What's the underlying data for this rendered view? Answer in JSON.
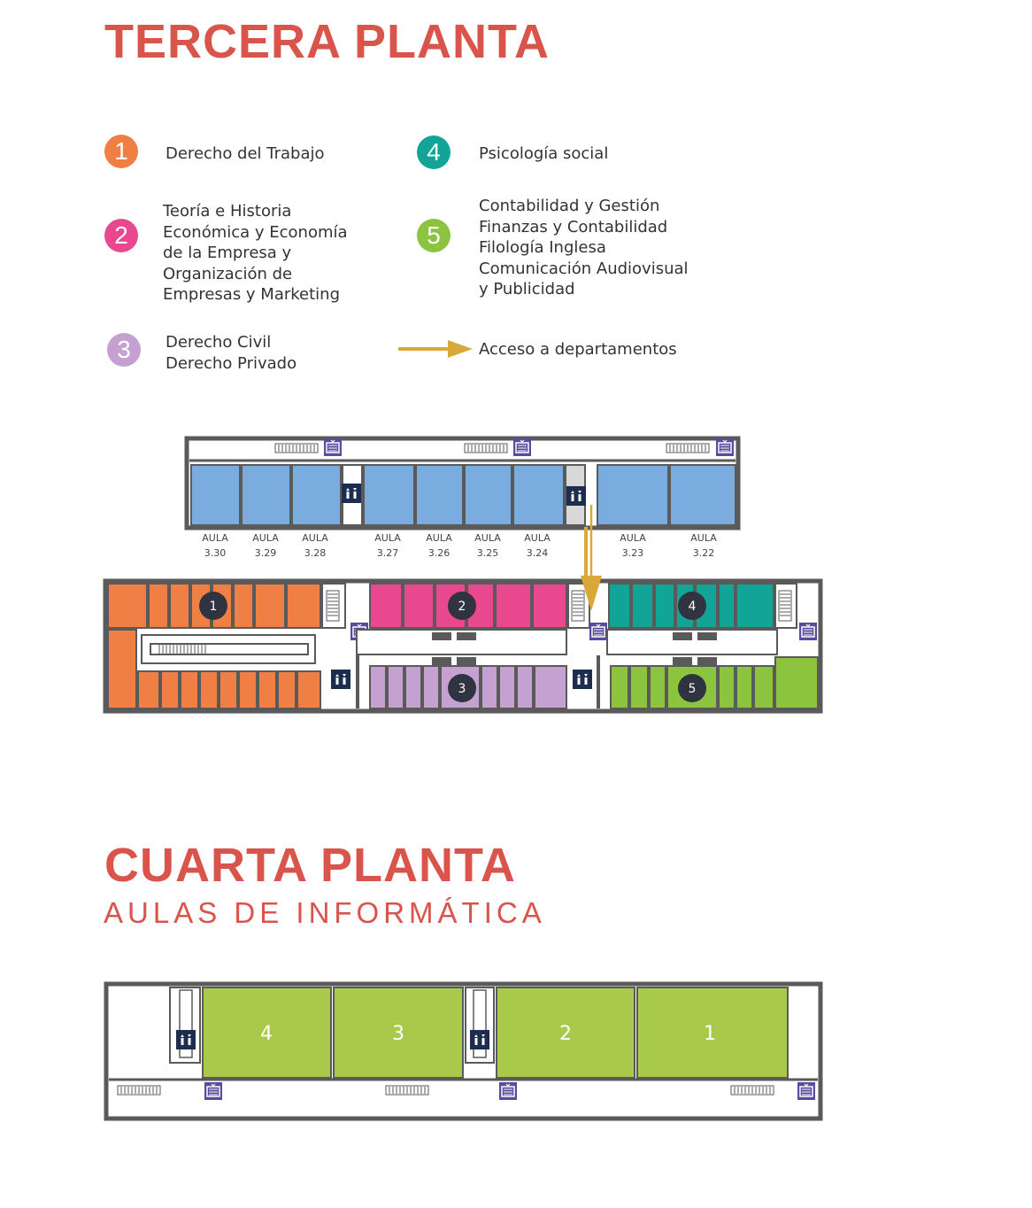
{
  "floor3": {
    "title": "TERCERA PLANTA",
    "legend": [
      {
        "number": "1",
        "color": "#f07f45",
        "text": "Derecho del Trabajo"
      },
      {
        "number": "4",
        "color": "#12a597",
        "text": "Psicología social"
      },
      {
        "number": "2",
        "color": "#e9488f",
        "text": "Teoría e Historia\nEconómica y Economía\nde la Empresa y\nOrganización de\nEmpresas y Marketing"
      },
      {
        "number": "5",
        "color": "#8cc43f",
        "text": "Contabilidad y Gestión\nFinanzas y Contabilidad\nFilología Inglesa\nComunicación Audiovisual\ny Publicidad"
      },
      {
        "number": "3",
        "color": "#c4a1d0",
        "text": "Derecho Civil\nDerecho Privado"
      }
    ],
    "access_legend": {
      "text": "Acceso a departamentos",
      "color": "#d9a83b"
    },
    "classrooms": [
      {
        "label": "AULA",
        "number": "3.30"
      },
      {
        "label": "AULA",
        "number": "3.29"
      },
      {
        "label": "AULA",
        "number": "3.28"
      },
      {
        "label": "AULA",
        "number": "3.27"
      },
      {
        "label": "AULA",
        "number": "3.26"
      },
      {
        "label": "AULA",
        "number": "3.25"
      },
      {
        "label": "AULA",
        "number": "3.24"
      },
      {
        "label": "AULA",
        "number": "3.23"
      },
      {
        "label": "AULA",
        "number": "3.22"
      }
    ],
    "zone_markers": [
      "1",
      "2",
      "3",
      "4",
      "5"
    ]
  },
  "floor4": {
    "title": "CUARTA PLANTA",
    "subtitle": "AULAS DE INFORMÁTICA",
    "rooms": [
      "4",
      "3",
      "2",
      "1"
    ],
    "room_color": "#a9c94a"
  },
  "icons": [
    "elevator-icon",
    "fire-exit-icon",
    "stairs-icon"
  ],
  "colors": {
    "title": "#d9544b",
    "wall": "#5a5a5a",
    "classroom": "#7aace0",
    "marker": "#2f3440",
    "elevator": "#1c2d4f",
    "exit": "#5a4b9c"
  }
}
